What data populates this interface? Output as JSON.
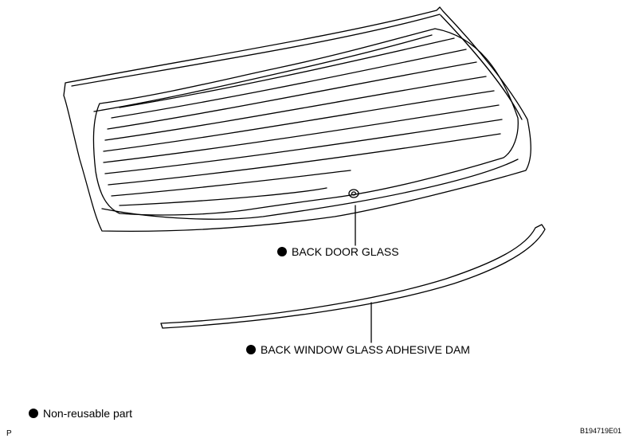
{
  "labels": {
    "back_door_glass": "BACK DOOR GLASS",
    "adhesive_dam": "BACK WINDOW GLASS ADHESIVE DAM",
    "legend": "Non-reusable part"
  },
  "corner": {
    "left": "P",
    "right": "B194719E01"
  },
  "colors": {
    "line": "#000000",
    "background": "#ffffff"
  }
}
